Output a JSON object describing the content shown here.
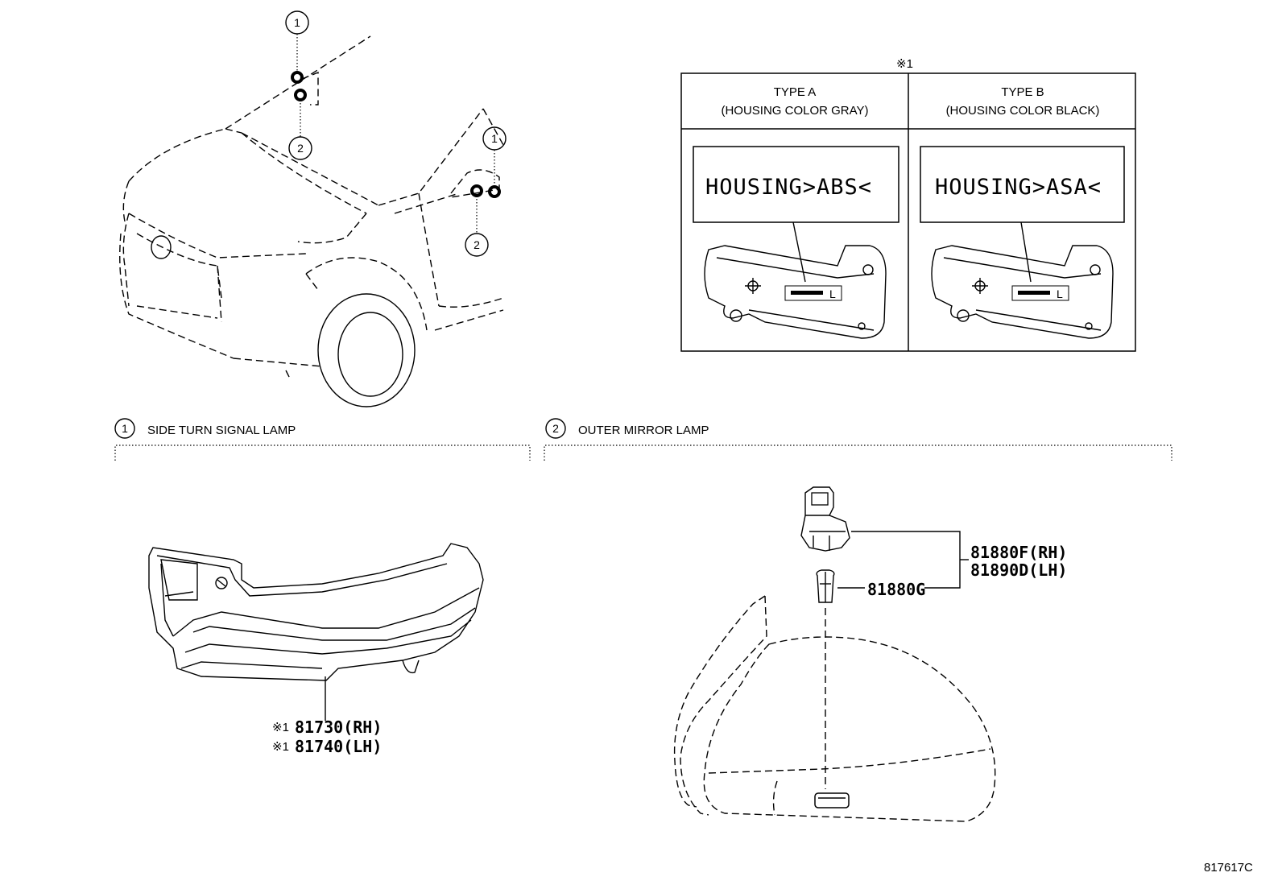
{
  "callouts": {
    "c1": "1",
    "c2": "2"
  },
  "table": {
    "note_mark": "※1",
    "type_a": {
      "title": "TYPE A",
      "subtitle": "(HOUSING COLOR GRAY)",
      "marking": "HOUSING>ABS<",
      "tag": "L"
    },
    "type_b": {
      "title": "TYPE B",
      "subtitle": "(HOUSING COLOR BLACK)",
      "marking": "HOUSING>ASA<",
      "tag": "L"
    }
  },
  "sections": {
    "side_turn": {
      "number": "1",
      "title": "SIDE TURN SIGNAL LAMP"
    },
    "outer_mirror": {
      "number": "2",
      "title": "OUTER MIRROR LAMP"
    }
  },
  "parts": {
    "p81730": {
      "mark": "※1",
      "number": "81730(RH)"
    },
    "p81740": {
      "mark": "※1",
      "number": "81740(LH)"
    },
    "p81880F": "81880F(RH)",
    "p81890D": "81890D(LH)",
    "p81880G": "81880G"
  },
  "diagram_id": "817617C",
  "icons": [
    "callout-circle",
    "car-front-icon",
    "turn-signal-lamp-icon",
    "mirror-icon",
    "socket-icon",
    "bulb-icon"
  ]
}
